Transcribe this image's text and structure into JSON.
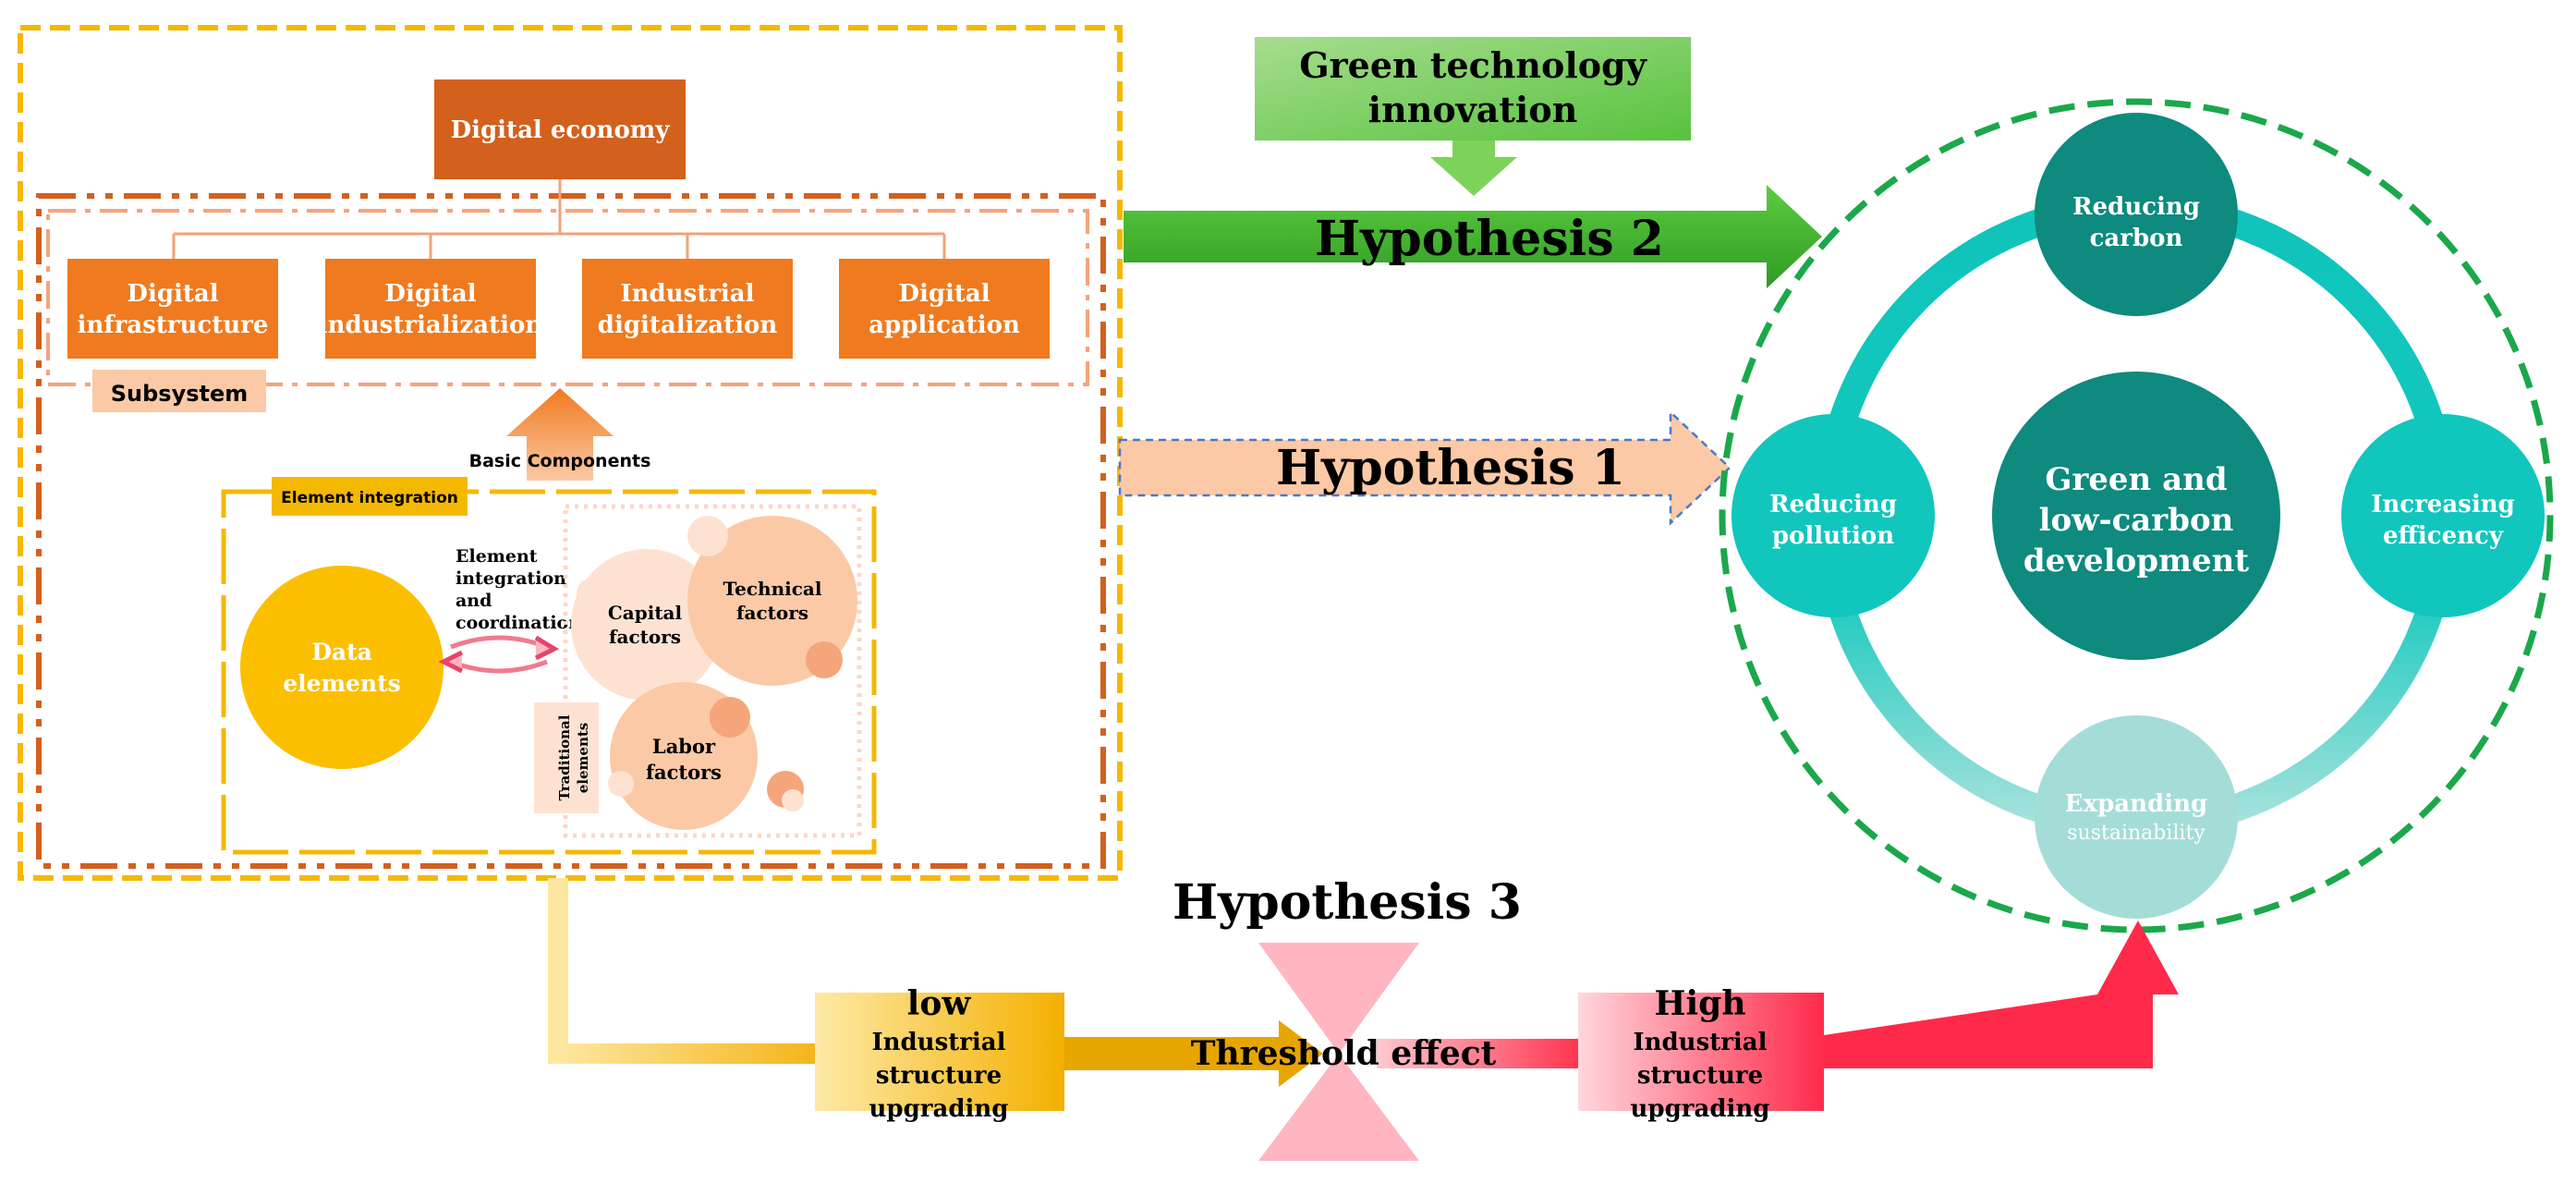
{
  "digital_economy": {
    "title": "Digital economy",
    "subsystem_label": "Subsystem",
    "subsystems": [
      {
        "line1": "Digital",
        "line2": "infrastructure"
      },
      {
        "line1": "Digital",
        "line2": "industrialization"
      },
      {
        "line1": "Industrial",
        "line2": "digitalization"
      },
      {
        "line1": "Digital",
        "line2": "application"
      }
    ],
    "basic_components": "Basic Components",
    "element_integration": "Element integration",
    "data_elements": {
      "line1": "Data",
      "line2": "elements"
    },
    "coordination": {
      "line1": "Element",
      "line2": "integration",
      "line3": "and",
      "line4": "coordination"
    },
    "capital": {
      "line1": "Capital",
      "line2": "factors"
    },
    "technical": {
      "line1": "Technical",
      "line2": "factors"
    },
    "labor": {
      "line1": "Labor",
      "line2": "factors"
    },
    "traditional": {
      "line1": "Traditional",
      "line2": "elements"
    }
  },
  "green_tech": {
    "line1": "Green technology",
    "line2": "innovation"
  },
  "hypotheses": {
    "h1": "Hypothesis 1",
    "h2": "Hypothesis 2",
    "h3": "Hypothesis 3"
  },
  "threshold": {
    "low": "low",
    "high": "High",
    "effect": "Threshold effect",
    "box": {
      "line1": "Industrial",
      "line2": "structure",
      "line3": "upgrading"
    }
  },
  "outcome": {
    "center": {
      "line1": "Green and",
      "line2": "low-carbon",
      "line3": "development"
    },
    "top": {
      "line1": "Reducing",
      "line2": "carbon"
    },
    "left": {
      "line1": "Reducing",
      "line2": "pollution"
    },
    "right": {
      "line1": "Increasing",
      "line2": "efficency"
    },
    "bottom": {
      "line1": "Expanding",
      "line2": "sustainability"
    }
  },
  "colors": {
    "orange_dark": "#d3601d",
    "orange": "#f07a1f",
    "yellow_border": "#f5b800",
    "peach": "#fbc9a5",
    "green": "#4fbf3a",
    "teal_dark": "#0e8a7e",
    "teal": "#11c6bd",
    "teal_light": "#a4ddd8",
    "pink": "#ffb6c1",
    "red": "#ff2a4a"
  }
}
